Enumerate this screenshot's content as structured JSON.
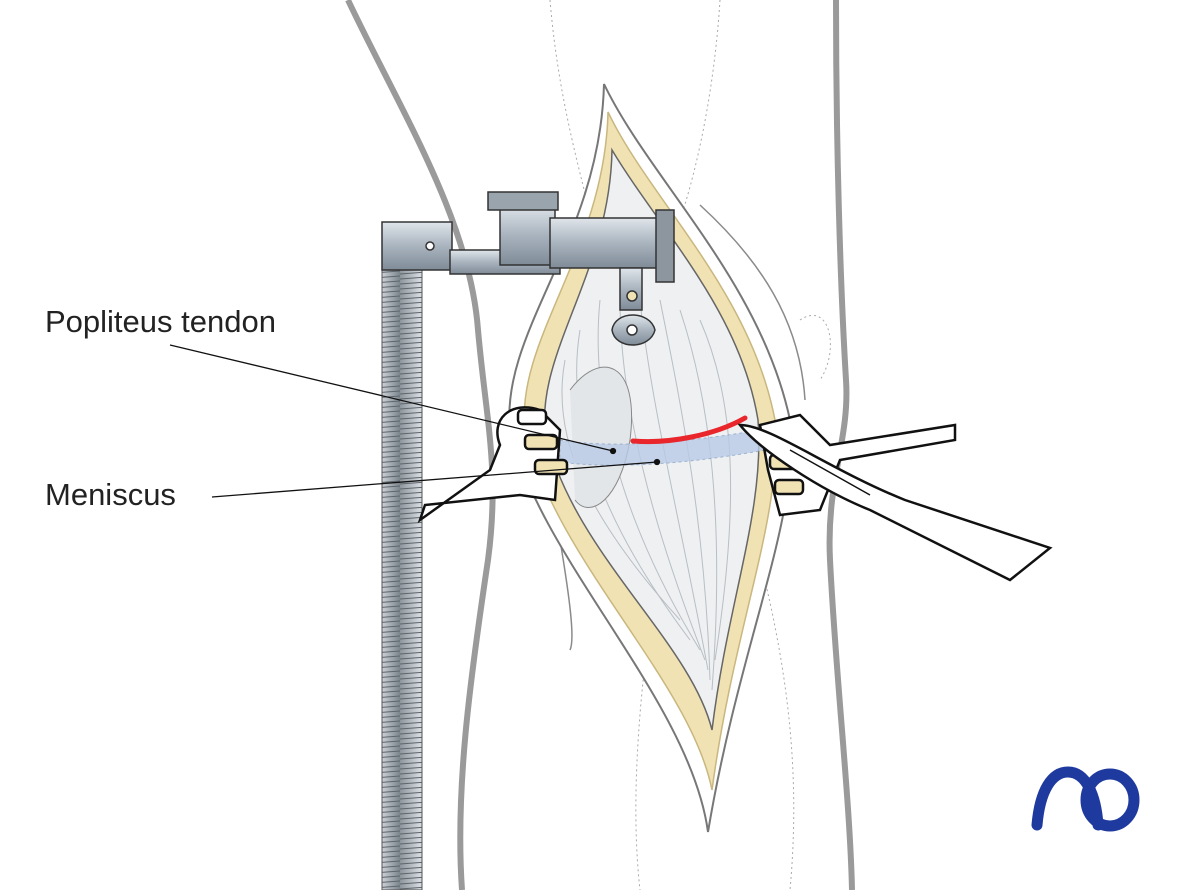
{
  "labels": {
    "popliteus_tendon": "Popliteus tendon",
    "meniscus": "Meniscus"
  },
  "logo": {
    "text": "AO",
    "color": "#1f3a9e"
  },
  "colors": {
    "incision_line": "#e8262b",
    "meniscus": "#b9cbe6",
    "fat_layer": "#f1e2b4",
    "skin_outline": "#9a9a9a",
    "instrument_metal": "#a9b4bf"
  }
}
